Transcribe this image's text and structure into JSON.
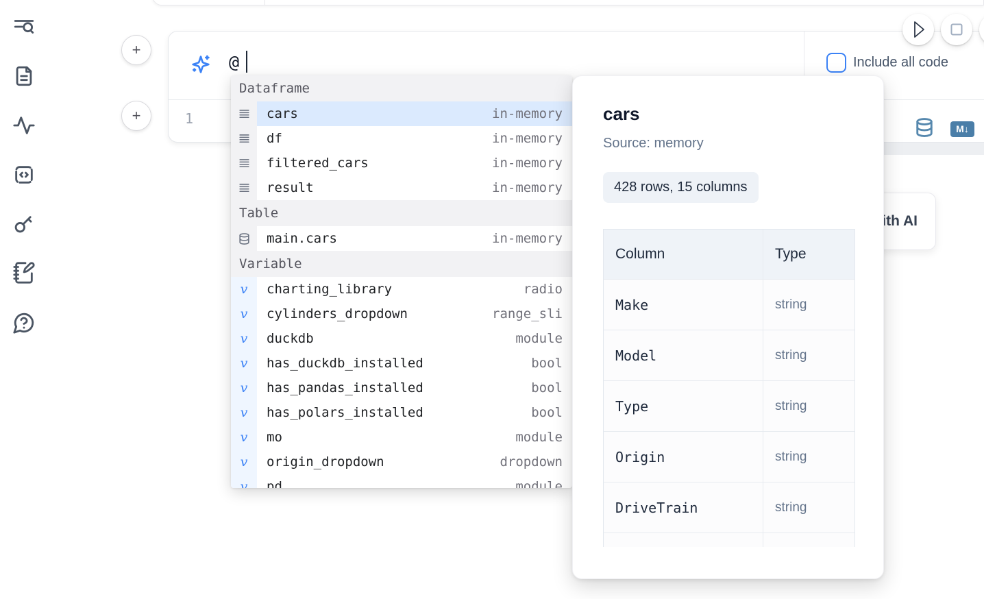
{
  "sidebar": {
    "items": [
      {
        "name": "toc-search",
        "icon": "list-search-icon"
      },
      {
        "name": "files",
        "icon": "file-text-icon"
      },
      {
        "name": "tracing",
        "icon": "activity-icon"
      },
      {
        "name": "snippets",
        "icon": "code-snippet-icon"
      },
      {
        "name": "secrets",
        "icon": "key-icon"
      },
      {
        "name": "scratchpad",
        "icon": "notebook-pen-icon"
      },
      {
        "name": "help",
        "icon": "help-chat-icon"
      }
    ]
  },
  "top_buttons": {
    "run_icon": "play-icon",
    "stop_icon": "stop-icon"
  },
  "add_buttons": {
    "label": "+"
  },
  "ai_panel": {
    "icon": "sparkles-icon",
    "value": "@",
    "include_all_code_label": "Include all code",
    "include_all_code_checked": false
  },
  "editor": {
    "line_number": "1",
    "icons": [
      "database-icon",
      "markdown-icon"
    ],
    "markdown_badge_text": "M↓"
  },
  "generate_button": {
    "label": "Generate with AI"
  },
  "autocomplete": {
    "sections": [
      {
        "label": "Dataframe",
        "kind": "data",
        "icon": "rows-icon",
        "items": [
          {
            "name": "cars",
            "type": "in-memory",
            "selected": true
          },
          {
            "name": "df",
            "type": "in-memory"
          },
          {
            "name": "filtered_cars",
            "type": "in-memory"
          },
          {
            "name": "result",
            "type": "in-memory"
          }
        ]
      },
      {
        "label": "Table",
        "kind": "data",
        "icon": "database-icon",
        "items": [
          {
            "name": "main.cars",
            "type": "in-memory"
          }
        ]
      },
      {
        "label": "Variable",
        "kind": "var",
        "icon": "variable-icon",
        "items": [
          {
            "name": "charting_library",
            "type": "radio"
          },
          {
            "name": "cylinders_dropdown",
            "type": "range_sli"
          },
          {
            "name": "duckdb",
            "type": "module"
          },
          {
            "name": "has_duckdb_installed",
            "type": "bool"
          },
          {
            "name": "has_pandas_installed",
            "type": "bool"
          },
          {
            "name": "has_polars_installed",
            "type": "bool"
          },
          {
            "name": "mo",
            "type": "module"
          },
          {
            "name": "origin_dropdown",
            "type": "dropdown"
          },
          {
            "name": "pd",
            "type": "module"
          }
        ]
      }
    ]
  },
  "tooltip": {
    "title": "cars",
    "source_label": "Source: memory",
    "shape_label": "428 rows, 15 columns",
    "table": {
      "headers": [
        "Column",
        "Type"
      ],
      "rows": [
        [
          "Make",
          "string"
        ],
        [
          "Model",
          "string"
        ],
        [
          "Type",
          "string"
        ],
        [
          "Origin",
          "string"
        ],
        [
          "DriveTrain",
          "string"
        ],
        [
          "",
          ""
        ]
      ]
    }
  },
  "colors": {
    "accent": "#3b82f6",
    "selection": "#dbeafe",
    "steel_blue": "#4a7ea8"
  }
}
